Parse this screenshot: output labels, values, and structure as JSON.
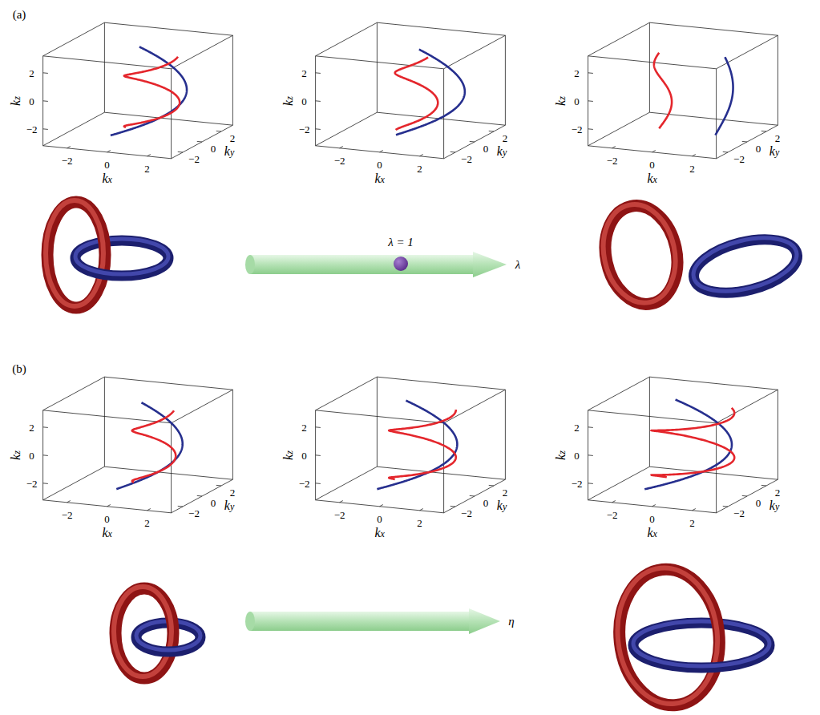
{
  "diagram": {
    "labels": [
      "(a)",
      "2",
      "0",
      "−2",
      "kz",
      "−2",
      "0",
      "2",
      "kx",
      "2",
      "0",
      "−2",
      "ky",
      "2",
      "0",
      "−2",
      "kz",
      "−2",
      "0",
      "2",
      "kx",
      "2",
      "0",
      "−2",
      "ky",
      "2",
      "0",
      "−2",
      "kz",
      "−2",
      "0",
      "2",
      "kx",
      "2",
      "0",
      "−2",
      "ky",
      "λ = 1",
      "λ",
      "(b)",
      "2",
      "0",
      "−2",
      "kz",
      "−2",
      "0",
      "2",
      "kx",
      "2",
      "0",
      "−2",
      "ky",
      "2",
      "0",
      "−2",
      "kz",
      "−2",
      "0",
      "2",
      "kx",
      "2",
      "0",
      "−2",
      "ky",
      "2",
      "0",
      "−2",
      "kz",
      "−2",
      "0",
      "2",
      "kx",
      "2",
      "0",
      "−2",
      "ky",
      "η"
    ]
  }
}
